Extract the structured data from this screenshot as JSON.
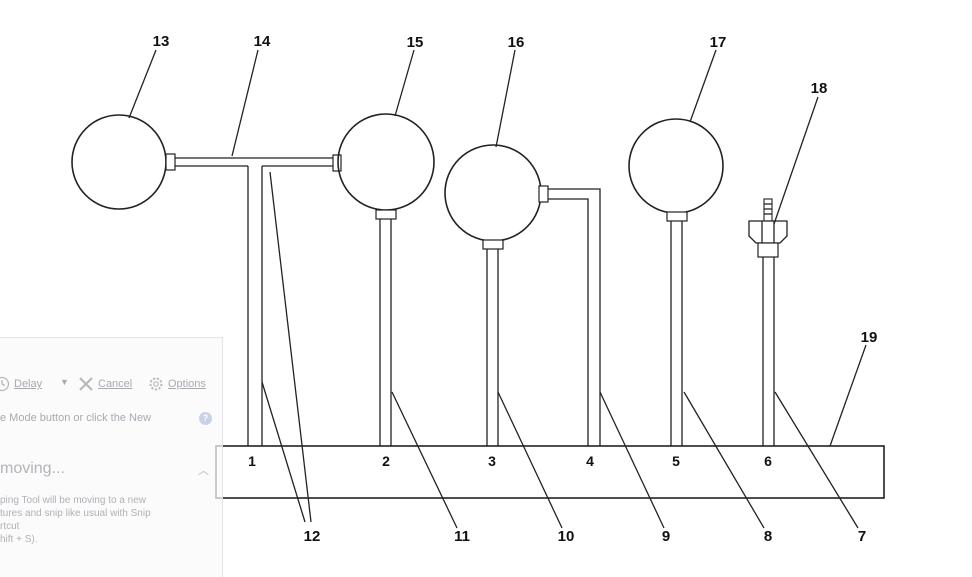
{
  "callouts": {
    "c1": "1",
    "c2": "2",
    "c3": "3",
    "c4": "4",
    "c5": "5",
    "c6": "6",
    "c7": "7",
    "c8": "8",
    "c9": "9",
    "c10": "10",
    "c11": "11",
    "c12": "12",
    "c13": "13",
    "c14": "14",
    "c15": "15",
    "c16": "16",
    "c17": "17",
    "c18": "18",
    "c19": "19"
  },
  "snipping_tool": {
    "delay_label": "Delay",
    "cancel_label": "Cancel",
    "options_label": "Options",
    "hint": "e Mode button or click the New",
    "help_glyph": "?",
    "notice_heading": "moving...",
    "notice_body": "ping Tool will be moving to a new\ntures and snip like usual with Snip\nrtcut\nhift + S)."
  }
}
